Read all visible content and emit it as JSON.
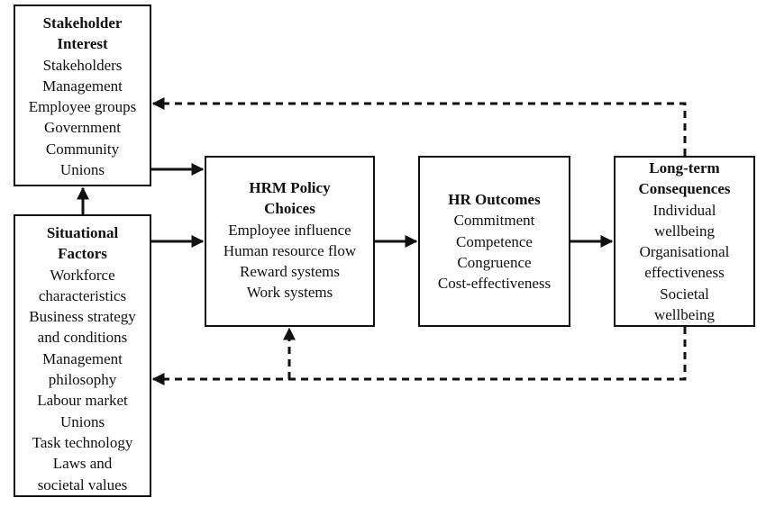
{
  "boxes": {
    "stakeholder": {
      "title": [
        "Stakeholder",
        "Interest"
      ],
      "items": [
        "Stakeholders",
        "Management",
        "Employee groups",
        "Government",
        "Community",
        "Unions"
      ]
    },
    "situational": {
      "title": [
        "Situational",
        "Factors"
      ],
      "items": [
        "Workforce",
        "characteristics",
        "Business strategy",
        "and conditions",
        "Management",
        "philosophy",
        "Labour market",
        "Unions",
        "Task technology",
        "Laws and",
        "societal values"
      ]
    },
    "hrm": {
      "title": [
        "HRM Policy",
        "Choices"
      ],
      "items": [
        "Employee influence",
        "Human resource flow",
        "Reward systems",
        "Work systems"
      ]
    },
    "outcomes": {
      "title": [
        "HR Outcomes"
      ],
      "items": [
        "Commitment",
        "Competence",
        "Congruence",
        "Cost-effectiveness"
      ]
    },
    "longterm": {
      "title": [
        "Long-term",
        "Consequences"
      ],
      "items": [
        "Individual",
        "wellbeing",
        "Organisational",
        "effectiveness",
        "Societal",
        "wellbeing"
      ]
    }
  },
  "colors": {
    "line": "#111111",
    "background": "#ffffff"
  }
}
